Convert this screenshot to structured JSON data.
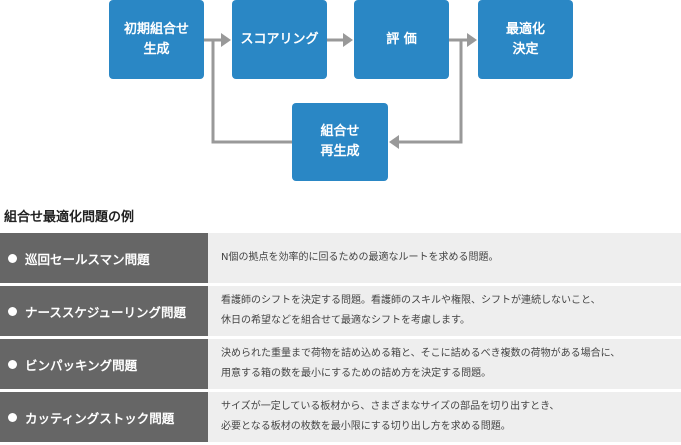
{
  "flow": {
    "initial": {
      "line1": "初期組合せ",
      "line2": "生成"
    },
    "scoring": {
      "label": "スコアリング"
    },
    "evaluation": {
      "label": "評 価"
    },
    "optimization": {
      "line1": "最適化",
      "line2": "決定"
    },
    "regeneration": {
      "line1": "組合せ",
      "line2": "再生成"
    }
  },
  "colors": {
    "box": "#2a87c5",
    "arrow": "#999999",
    "row_label_bg": "#666666",
    "row_desc_bg": "#eeeeee"
  },
  "section": {
    "title": "組合せ最適化問題の例"
  },
  "problems": [
    {
      "name": "巡回セールスマン問題",
      "desc1": "N個の拠点を効率的に回るための最適なルートを求める問題。",
      "desc2": ""
    },
    {
      "name": "ナーススケジューリング問題",
      "desc1": "看護師のシフトを決定する問題。看護師のスキルや権限、シフトが連続しないこと、",
      "desc2": "休日の希望などを組合せて最適なシフトを考慮します。"
    },
    {
      "name": "ビンパッキング問題",
      "desc1": "決められた重量まで荷物を詰め込める箱と、そこに詰めるべき複数の荷物がある場合に、",
      "desc2": "用意する箱の数を最小にするための詰め方を決定する問題。"
    },
    {
      "name": "カッティングストック問題",
      "desc1": "サイズが一定している板材から、さまざまなサイズの部品を切り出すとき、",
      "desc2": "必要となる板材の枚数を最小限にする切り出し方を求める問題。"
    }
  ]
}
